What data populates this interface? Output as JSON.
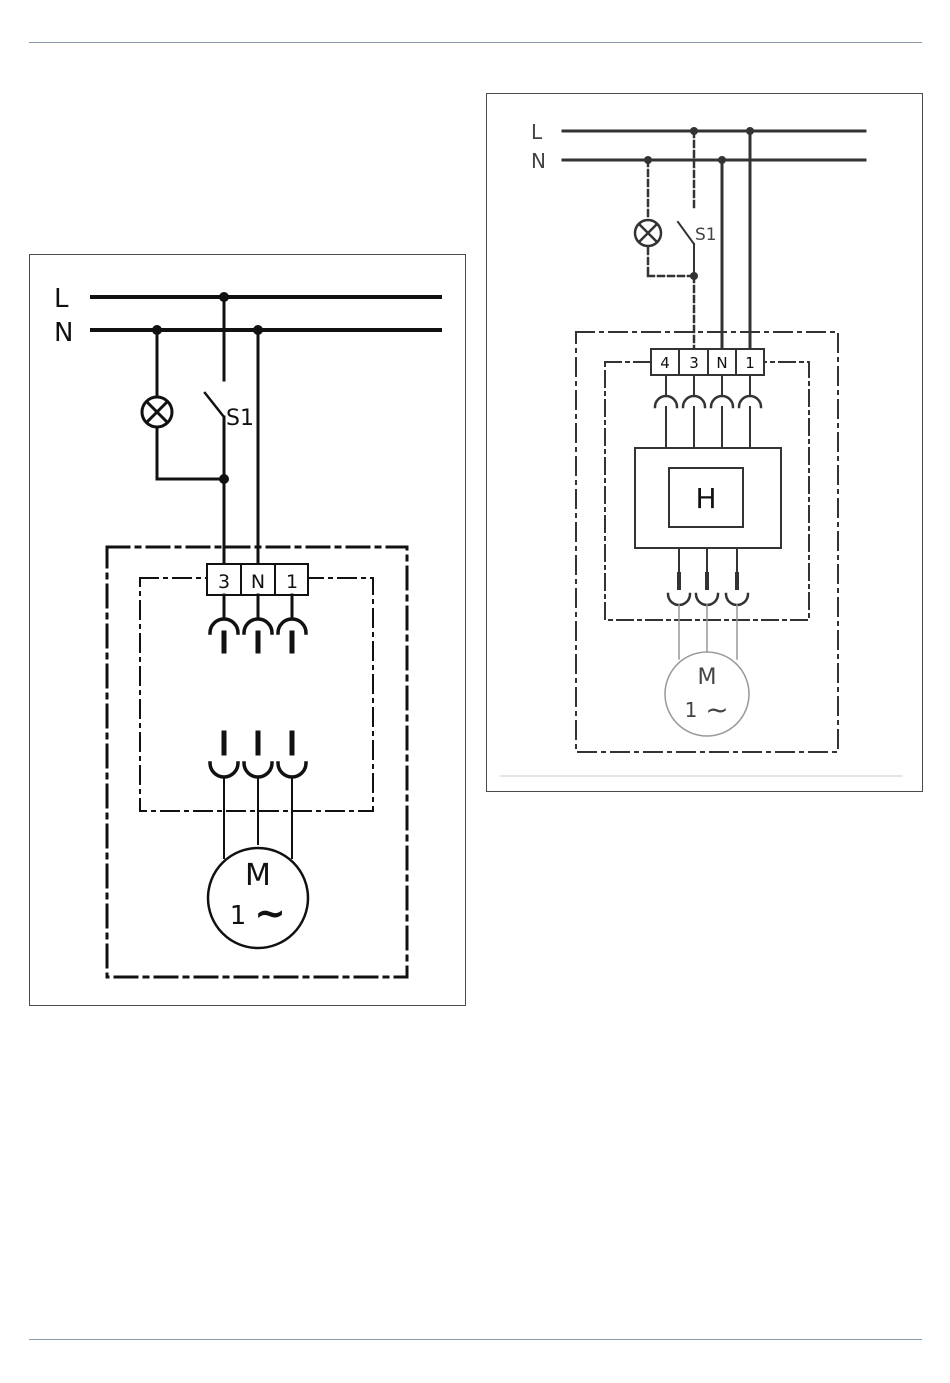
{
  "diagram_left": {
    "line_l": "L",
    "line_n": "N",
    "switch": "S1",
    "terminals": [
      "3",
      "N",
      "1"
    ],
    "motor_letter": "M",
    "motor_phase": "1",
    "motor_symbol": "~"
  },
  "diagram_right": {
    "line_l": "L",
    "line_n": "N",
    "switch": "S1",
    "terminals": [
      "4",
      "3",
      "N",
      "1"
    ],
    "controller_label": "H",
    "motor_letter": "M",
    "motor_phase": "1",
    "motor_symbol": "~"
  },
  "colors": {
    "rule": "#8a9aab",
    "wire_left": "#111111",
    "wire_right": "#333333",
    "page": "#ffffff"
  }
}
